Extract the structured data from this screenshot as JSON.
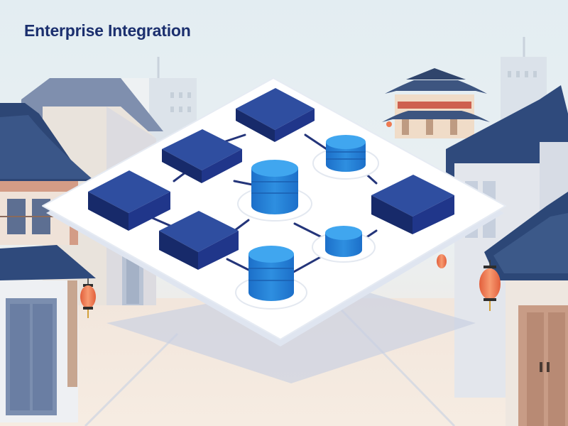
{
  "header": {
    "title": "Enterprise Integration"
  },
  "colors": {
    "sky": "#e6eef2",
    "ground": "#f4e7da",
    "title": "#1b2f6e",
    "node_dark": "#203a8c",
    "database_blue": "#2e8fe0",
    "connector": "#24357a",
    "platform": "#ffffff",
    "lantern": "#ee7a52"
  },
  "illustration": {
    "platform_nodes": 5,
    "database_nodes": 4,
    "icons": [
      "server-block-icon",
      "database-icon",
      "pagoda-roof-icon",
      "lantern-icon"
    ]
  }
}
